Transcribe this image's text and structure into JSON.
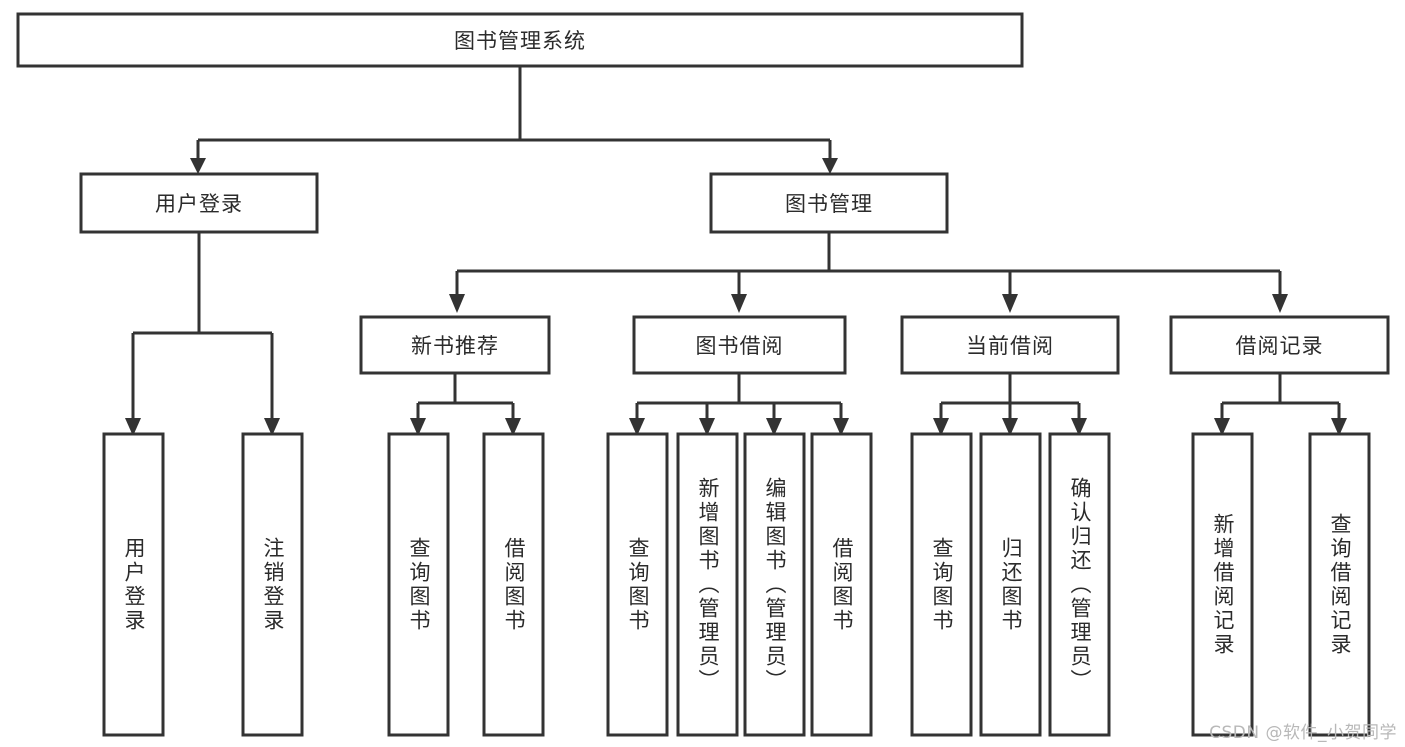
{
  "diagram": {
    "type": "tree",
    "title": "图书管理系统",
    "style": {
      "box_fill": "#ffffff",
      "box_stroke": "#333333",
      "text_color": "#2b2b2b",
      "background": "#ffffff",
      "watermark_color": "#b8b8b8"
    },
    "levels": {
      "root": {
        "label": "图书管理系统"
      },
      "level2": [
        {
          "label": "用户登录"
        },
        {
          "label": "图书管理"
        }
      ],
      "level3": [
        {
          "label": "新书推荐"
        },
        {
          "label": "图书借阅"
        },
        {
          "label": "当前借阅"
        },
        {
          "label": "借阅记录"
        }
      ],
      "leaves": {
        "user_login": [
          {
            "label": "用户登录"
          },
          {
            "label": "注销登录"
          }
        ],
        "new_book": [
          {
            "label": "查询图书"
          },
          {
            "label": "借阅图书"
          }
        ],
        "book_borrow": [
          {
            "label": "查询图书"
          },
          {
            "label": "新增图书（管理员）"
          },
          {
            "label": "编辑图书（管理员）"
          },
          {
            "label": "借阅图书"
          }
        ],
        "current_borrow": [
          {
            "label": "查询图书"
          },
          {
            "label": "归还图书"
          },
          {
            "label": "确认归还（管理员）"
          }
        ],
        "borrow_record": [
          {
            "label": "新增借阅记录"
          },
          {
            "label": "查询借阅记录"
          }
        ]
      }
    }
  },
  "watermark": {
    "text": "CSDN @软件_小贺同学"
  }
}
